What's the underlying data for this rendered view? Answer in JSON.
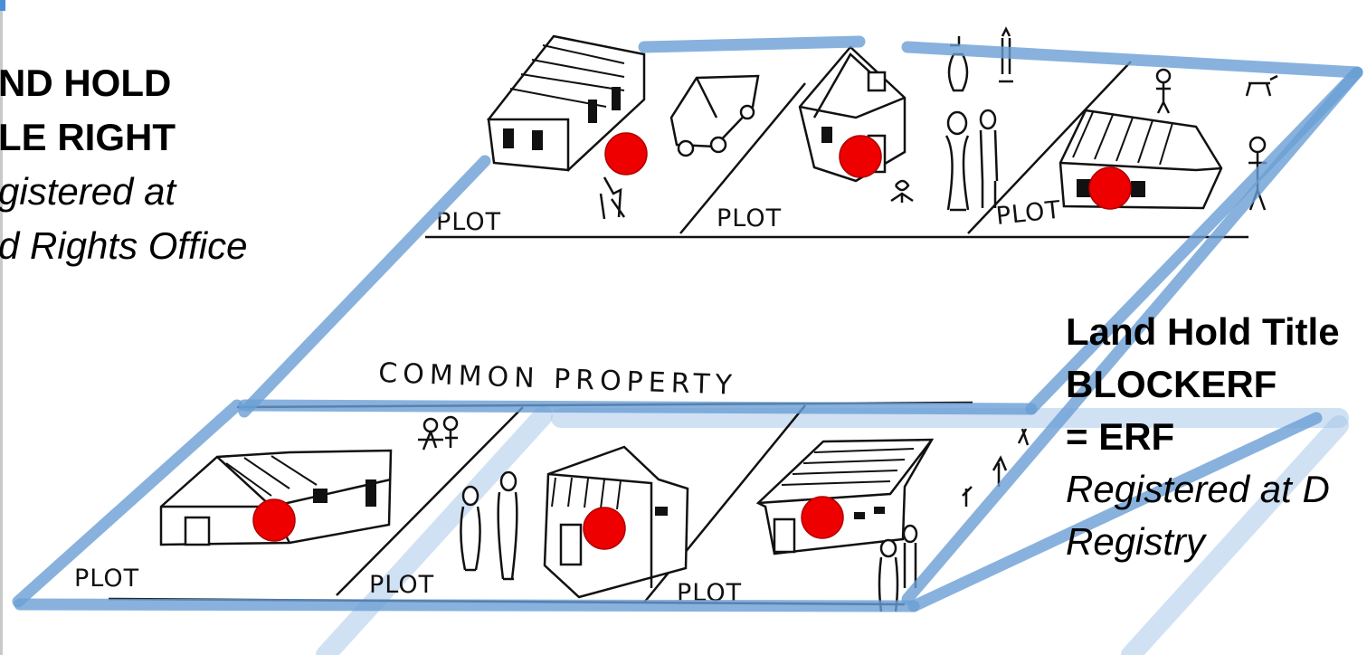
{
  "left_text": {
    "line1": "ND HOLD",
    "line2": "LE RIGHT",
    "line3": "gistered at",
    "line4": "d Rights Office"
  },
  "right_text": {
    "line1": "Land Hold Title",
    "line2": "BLOCKERF",
    "line3": "= ERF",
    "line4": "Registered at D",
    "line5": "Registry"
  },
  "sketch": {
    "common_label": "COMMON PROPERTY",
    "plot_labels": [
      "PLOT",
      "PLOT",
      "PLOT",
      "PLOT",
      "PLOT",
      "PLOT"
    ]
  },
  "colors": {
    "boundary": "#6a9fd4",
    "marker": "#ee0000"
  }
}
